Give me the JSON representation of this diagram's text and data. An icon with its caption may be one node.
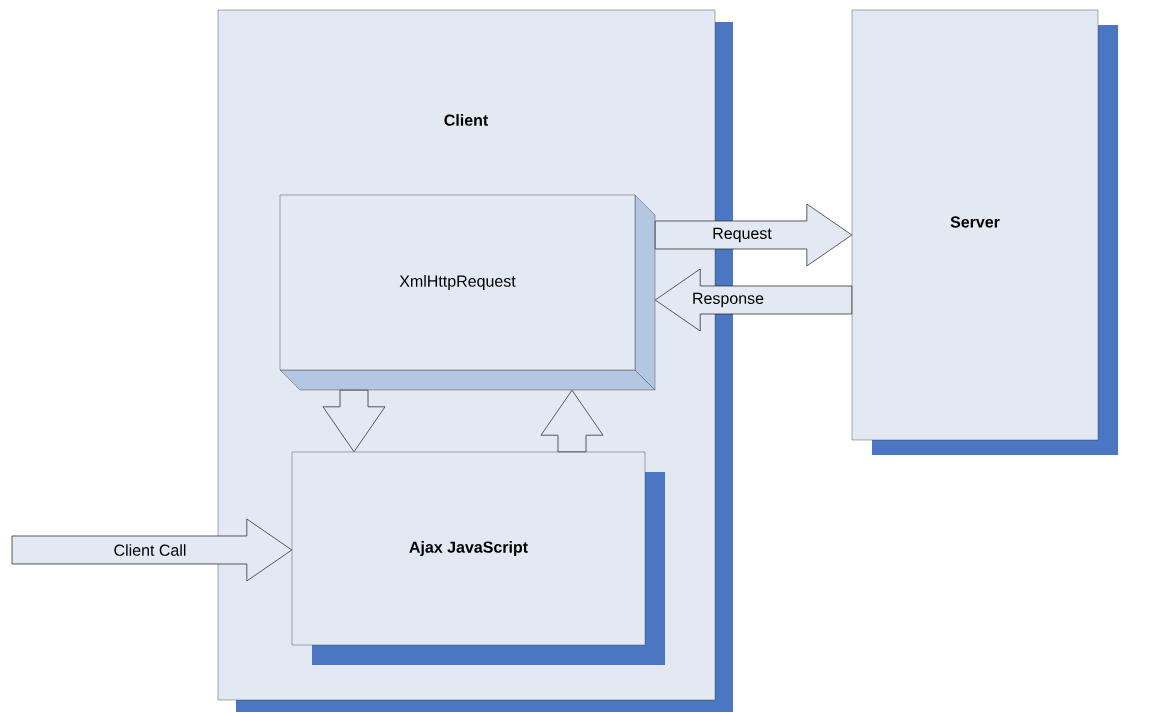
{
  "diagram": {
    "nodes": [
      {
        "text": [
          "Client"
        ]
      },
      {
        "text": [
          "XmlHttpRequest"
        ],
        "in": 0
      },
      {
        "text": [
          "Ajax JavaScript"
        ],
        "in": 0
      },
      {
        "text": [
          "Server"
        ]
      }
    ],
    "edges": [
      {
        "from": 1,
        "to": 3,
        "arrow": "to",
        "label": "Request"
      },
      {
        "from": 3,
        "to": 1,
        "arrow": "to",
        "label": "Response"
      },
      {
        "from": 1,
        "to": 2,
        "arrow": "to"
      },
      {
        "from": 2,
        "to": 1,
        "arrow": "to"
      },
      {
        "from": null,
        "to": 2,
        "arrow": "to",
        "label": "Client Call"
      }
    ]
  }
}
